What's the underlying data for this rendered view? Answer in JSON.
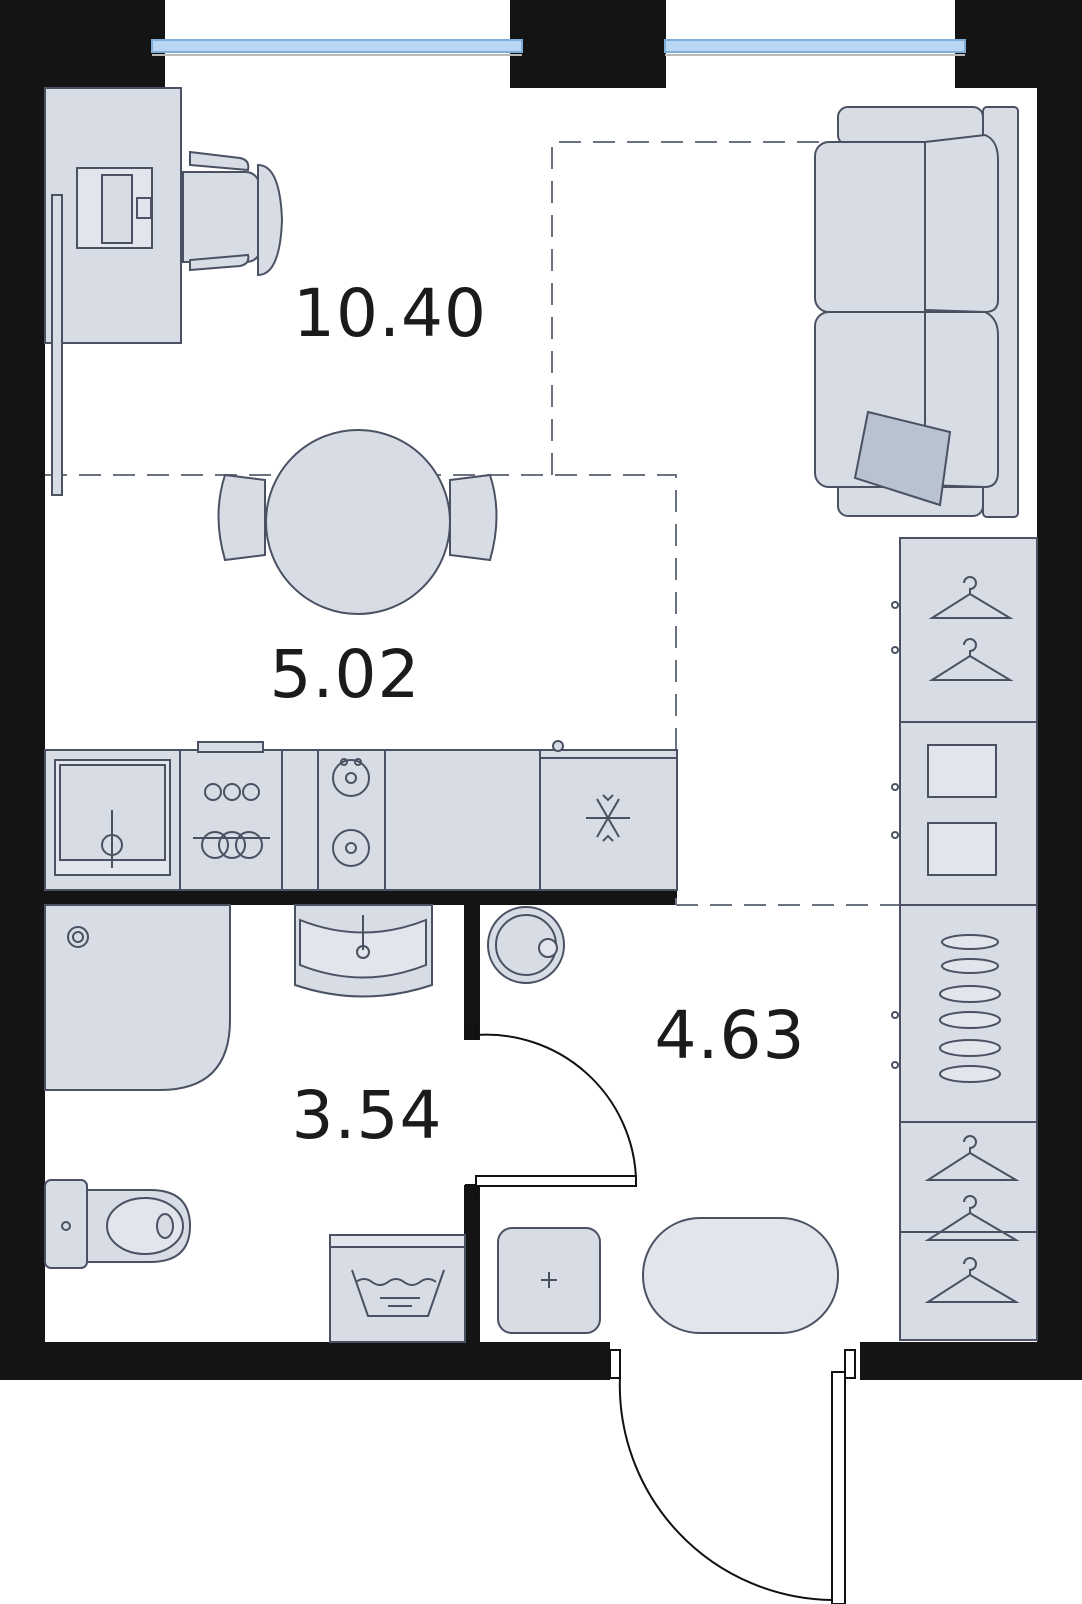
{
  "plan": {
    "rooms": [
      {
        "id": "living",
        "area": "10.40"
      },
      {
        "id": "kitchen",
        "area": "5.02"
      },
      {
        "id": "hallway",
        "area": "4.63"
      },
      {
        "id": "bathroom",
        "area": "3.54"
      }
    ]
  },
  "colors": {
    "wall": "#141414",
    "furniture_fill": "#d8dce4",
    "furniture_stroke": "#4a5163",
    "window_glass": "#b9d6f2",
    "background": "#ffffff"
  },
  "icons": {
    "fridge": "snowflake-icon",
    "wardrobe": "hanger-icon",
    "washer": "laundry-icon"
  }
}
